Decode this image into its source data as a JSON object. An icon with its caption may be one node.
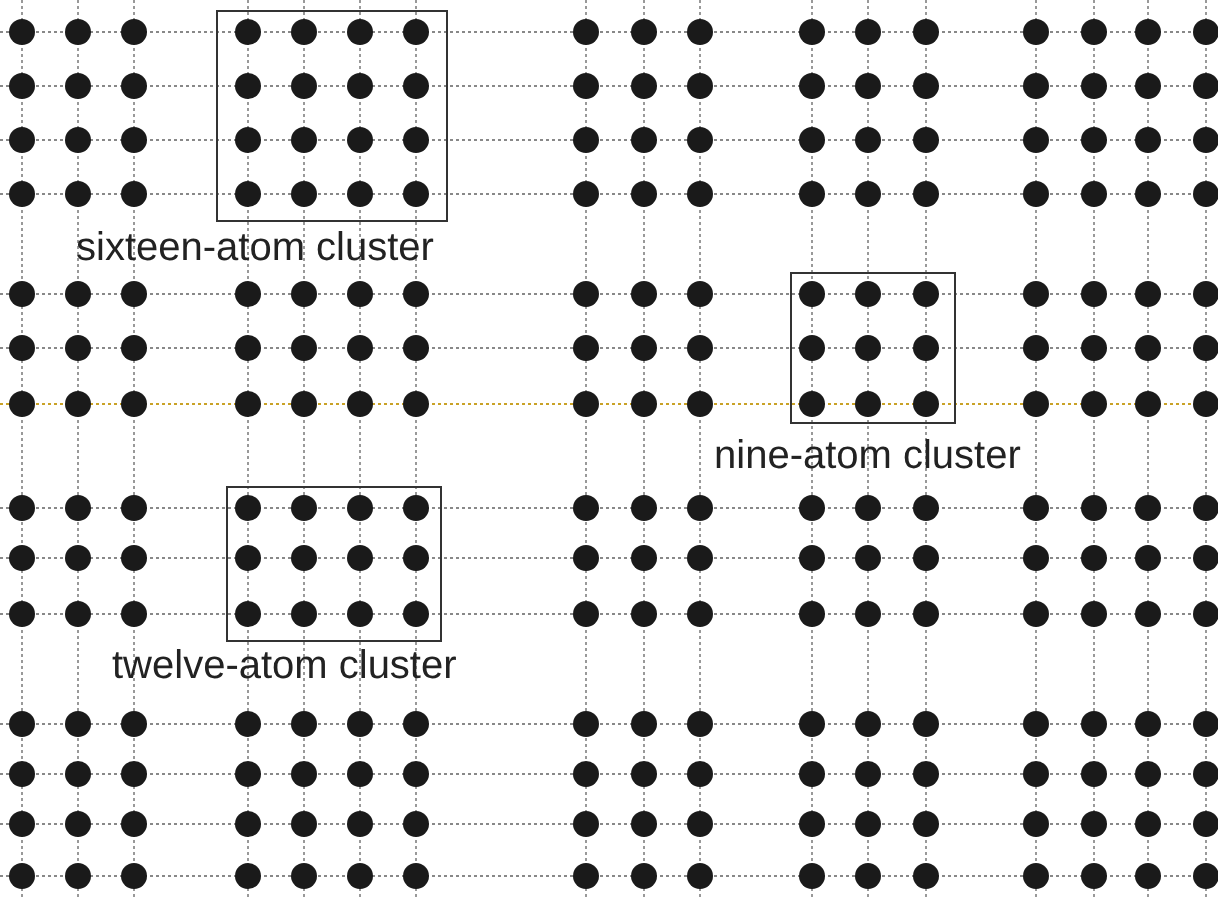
{
  "diagram": {
    "nodes": [
      {
        "text": [
          "sixteen-atom cluster"
        ]
      },
      {
        "text": [
          "nine-atom cluster"
        ]
      },
      {
        "text": [
          "twelve-atom cluster"
        ]
      }
    ]
  }
}
